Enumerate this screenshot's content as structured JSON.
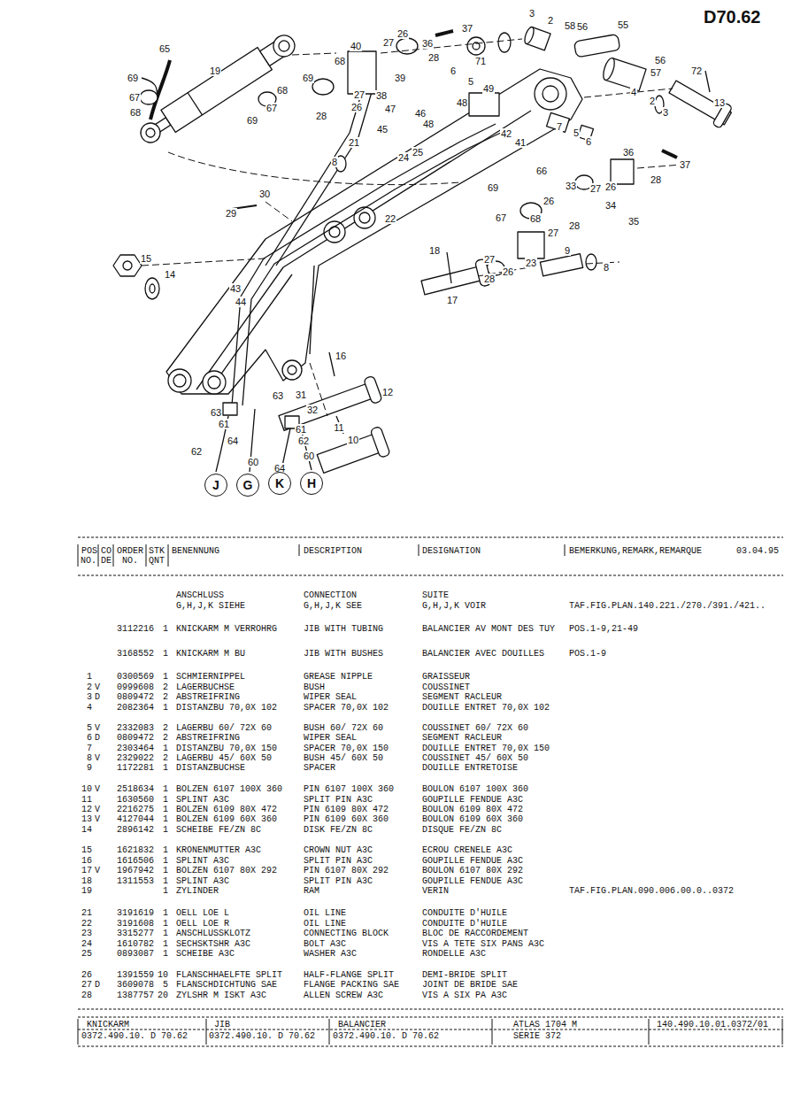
{
  "diagram": {
    "nodes": [
      {
        "text": [
          "J"
        ]
      },
      {
        "text": [
          "G"
        ]
      },
      {
        "text": [
          "K"
        ]
      },
      {
        "text": [
          "H"
        ]
      }
    ],
    "labels": [
      "D70.62",
      "65",
      "19",
      "69",
      "67",
      "68",
      "68",
      "67",
      "69",
      "40",
      "68",
      "69",
      "27",
      "26",
      "36",
      "28",
      "37",
      "71",
      "3",
      "2",
      "58",
      "56",
      "55",
      "56",
      "57",
      "72",
      "27",
      "26",
      "28",
      "38",
      "39",
      "6",
      "5",
      "49",
      "4",
      "2",
      "3",
      "13",
      "47",
      "46",
      "48",
      "48",
      "45",
      "7",
      "5",
      "6",
      "42",
      "41",
      "21",
      "8",
      "24",
      "25",
      "36",
      "37",
      "66",
      "69",
      "33",
      "27",
      "26",
      "28",
      "34",
      "35",
      "26",
      "67",
      "68",
      "27",
      "28",
      "23",
      "9",
      "8",
      "30",
      "29",
      "22",
      "18",
      "27",
      "26",
      "28",
      "17",
      "15",
      "14",
      "43",
      "44",
      "16",
      "12",
      "63",
      "31",
      "32",
      "63",
      "61",
      "61",
      "11",
      "62",
      "64",
      "62",
      "60",
      "60",
      "64",
      "10",
      "POS",
      "CO",
      "ORDER",
      "STK",
      "BENENNUNG",
      "DESCRIPTION",
      "DESIGNATION",
      "BEMERKUNG,REMARK,REMARQUE",
      "03.04.95",
      "NO.",
      "DE",
      "NO.",
      "QNT",
      "ANSCHLUSS",
      "CONNECTION",
      "SUITE",
      "G,H,J,K SIEHE",
      "G,H,J,K SEE",
      "G,H,J,K VOIR",
      "TAF.FIG.PLAN.140.221./270./391./421..",
      "3112216",
      "1",
      "KNICKARM M VERROHRG",
      "JIB WITH TUBING",
      "BALANCIER AV MONT DES TUY",
      "POS.1-9,21-49",
      "3168552",
      "1",
      "KNICKARM M BU",
      "JIB WITH BUSHES",
      "BALANCIER AVEC DOUILLES",
      "POS.1-9",
      "1",
      "0300569",
      "1",
      "SCHMIERNIPPEL",
      "GREASE NIPPLE",
      "GRAISSEUR",
      "2",
      "V",
      "0999608",
      "2",
      "LAGERBUCHSE",
      "BUSH",
      "COUSSINET",
      "3",
      "D",
      "0809472",
      "2",
      "ABSTREIFRING",
      "WIPER SEAL",
      "SEGMENT RACLEUR",
      "4",
      "2082364",
      "1",
      "DISTANZBU 70,0X 102",
      "SPACER 70,0X 102",
      "DOUILLE ENTRET 70,0X 102",
      "5",
      "V",
      "2332083",
      "2",
      "LAGERBU 60/ 72X 60",
      "BUSH 60/ 72X 60",
      "COUSSINET 60/ 72X 60",
      "6",
      "D",
      "0809472",
      "2",
      "ABSTREIFRING",
      "WIPER SEAL",
      "SEGMENT RACLEUR",
      "7",
      "2303464",
      "1",
      "DISTANZBU 70,0X 150",
      "SPACER 70,0X 150",
      "DOUILLE ENTRET 70,0X 150",
      "8",
      "V",
      "2329022",
      "2",
      "LAGERBU 45/ 60X 50",
      "BUSH 45/ 60X 50",
      "COUSSINET 45/ 60X 50",
      "9",
      "1172281",
      "1",
      "DISTANZBUCHSE",
      "SPACER",
      "DOUILLE ENTRETOISE",
      "10",
      "V",
      "2518634",
      "1",
      "BOLZEN 6107 100X 360",
      "PIN 6107 100X 360",
      "BOULON 6107 100X 360",
      "11",
      "1630560",
      "1",
      "SPLINT A3C",
      "SPLIT PIN A3C",
      "GOUPILLE FENDUE A3C",
      "12",
      "V",
      "2216275",
      "1",
      "BOLZEN 6109 80X 472",
      "PIN 6109 80X 472",
      "BOULON 6109 80X 472",
      "13",
      "V",
      "4127044",
      "1",
      "BOLZEN 6109 60X 360",
      "PIN 6109 60X 360",
      "BOULON 6109 60X 360",
      "14",
      "2896142",
      "1",
      "SCHEIBE FE/ZN 8C",
      "DISK FE/ZN 8C",
      "DISQUE FE/ZN 8C",
      "15",
      "1621832",
      "1",
      "KRONENMUTTER A3C",
      "CROWN NUT A3C",
      "ECROU CRENELE A3C",
      "16",
      "1616506",
      "1",
      "SPLINT A3C",
      "SPLIT PIN A3C",
      "GOUPILLE FENDUE A3C",
      "17",
      "V",
      "1967942",
      "1",
      "BOLZEN 6107 80X 292",
      "PIN 6107 80X 292",
      "BOULON 6107 80X 292",
      "18",
      "1311553",
      "1",
      "SPLINT A3C",
      "SPLIT PIN A3C",
      "GOUPILLE FENDUE A3C",
      "19",
      "1",
      "ZYLINDER",
      "RAM",
      "VERIN",
      "TAF.FIG.PLAN.090.006.00.0..0372",
      "21",
      "3191619",
      "1",
      "OELL LOE L",
      "OIL LINE",
      "CONDUITE D'HUILE",
      "22",
      "3191608",
      "1",
      "OELL LOE R",
      "OIL LINE",
      "CONDUITE D'HUILE",
      "23",
      "3315277",
      "1",
      "ANSCHLUSSKLOTZ",
      "CONNECTING BLOCK",
      "BLOC DE RACCORDEMENT",
      "24",
      "1610782",
      "1",
      "SECHSKTSHR A3C",
      "BOLT A3C",
      "VIS A TETE SIX PANS A3C",
      "25",
      "0893087",
      "1",
      "SCHEIBE A3C",
      "WASHER A3C",
      "RONDELLE A3C",
      "26",
      "1391559",
      "10",
      "FLANSCHHAELFTE SPLIT",
      "HALF-FLANGE SPLIT",
      "DEMI-BRIDE SPLIT",
      "27",
      "D",
      "3609078",
      "5",
      "FLANSCHDICHTUNG SAE",
      "FLANGE PACKING SAE",
      "JOINT DE BRIDE SAE",
      "28",
      "1387757",
      "20",
      "ZYLSHR M ISKT A3C",
      "ALLEN SCREW A3C",
      "VIS A SIX PA A3C",
      "KNICKARM",
      "JIB",
      "BALANCIER",
      "ATLAS 1704 M",
      "140.490.10.01.0372/01",
      "0372.490.10. D 70.62",
      "0372.490.10. D 70.62",
      "0372.490.10. D 70.62",
      "SERIE 372"
    ]
  }
}
